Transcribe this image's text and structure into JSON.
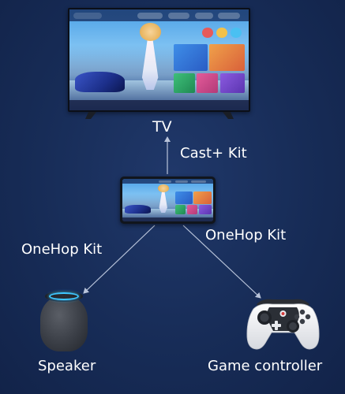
{
  "labels": {
    "tv": "TV",
    "cast_kit": "Cast+ Kit",
    "onehop_left": "OneHop Kit",
    "onehop_right": "OneHop Kit",
    "speaker": "Speaker",
    "game_controller": "Game controller"
  },
  "colors": {
    "background": "#172c57",
    "arrow": "#b9c4da",
    "speaker_ring": "#3ec7ff"
  },
  "icons": {
    "tv": "tv-icon",
    "phone": "phone-icon",
    "speaker": "smart-speaker-icon",
    "controller": "gamepad-icon"
  }
}
